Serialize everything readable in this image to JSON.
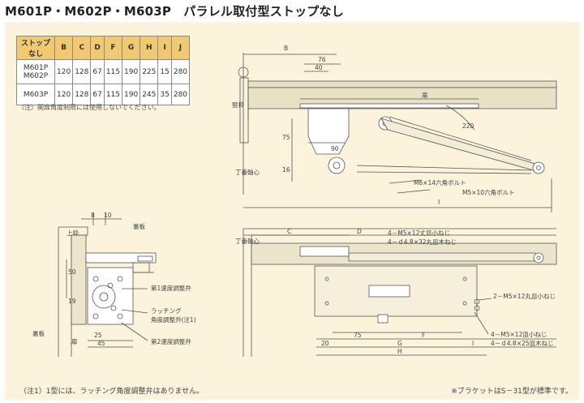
{
  "title": "M601P・M602P・M603P　パラレル取付型ストップなし",
  "table": {
    "headers": [
      "ストップなし",
      "B",
      "C",
      "D",
      "F",
      "G",
      "H",
      "I",
      "J"
    ],
    "rows": [
      {
        "model": [
          "M601P",
          "M602P"
        ],
        "values": [
          "120",
          "128",
          "67",
          "115",
          "190",
          "225",
          "15",
          "280"
        ]
      },
      {
        "model": [
          "M603P"
        ],
        "values": [
          "120",
          "128",
          "67",
          "115",
          "190",
          "245",
          "35",
          "280"
        ]
      }
    ]
  },
  "table_note": "（注）開扉角度制限には使用しないでください。",
  "drawing": {
    "top_view": {
      "B": "B",
      "d76": "76",
      "d40": "40",
      "door": "扉",
      "d220": "220",
      "jamb": "竪枠",
      "d75": "75",
      "d90": "90",
      "d16": "16",
      "hinge_center": "丁番軸心",
      "bolt1": "M6×14六角ボルト",
      "bolt2": "M5×10六角ボルト",
      "I": "I"
    },
    "side_view": {
      "d8": "8",
      "d10": "10",
      "upper_frame": "上枠",
      "back_plate": "裏板",
      "d50": "50",
      "d19": "19",
      "d25": "25",
      "d45": "45",
      "door": "扉",
      "back_plate2": "裏板",
      "valve1": "第1速度調整弁",
      "latch1": "ラッチング",
      "latch2": "角度調整弁(注1)",
      "valve2": "第2速度調整弁"
    },
    "front_view": {
      "C": "C",
      "D": "D",
      "hinge_center": "丁番軸心",
      "screw1": "4－M5×12丈皿小ねじ",
      "screw2": "4－ｄ4.8×32丸皿木ねじ",
      "screw3": "2－M5×12丸皿小ねじ",
      "screw4": "4－M5×12皿小ねじ",
      "screw5": "4－ｄ4.8×25皿木ねじ",
      "d75": "75",
      "F": "F",
      "d20": "20",
      "G": "G",
      "H": "H",
      "I": "I"
    }
  },
  "footnote_left": "（注1）1型には、ラッチング角度調整弁はありません。",
  "footnote_right": "※ブラケットはS－31型が標準です。"
}
